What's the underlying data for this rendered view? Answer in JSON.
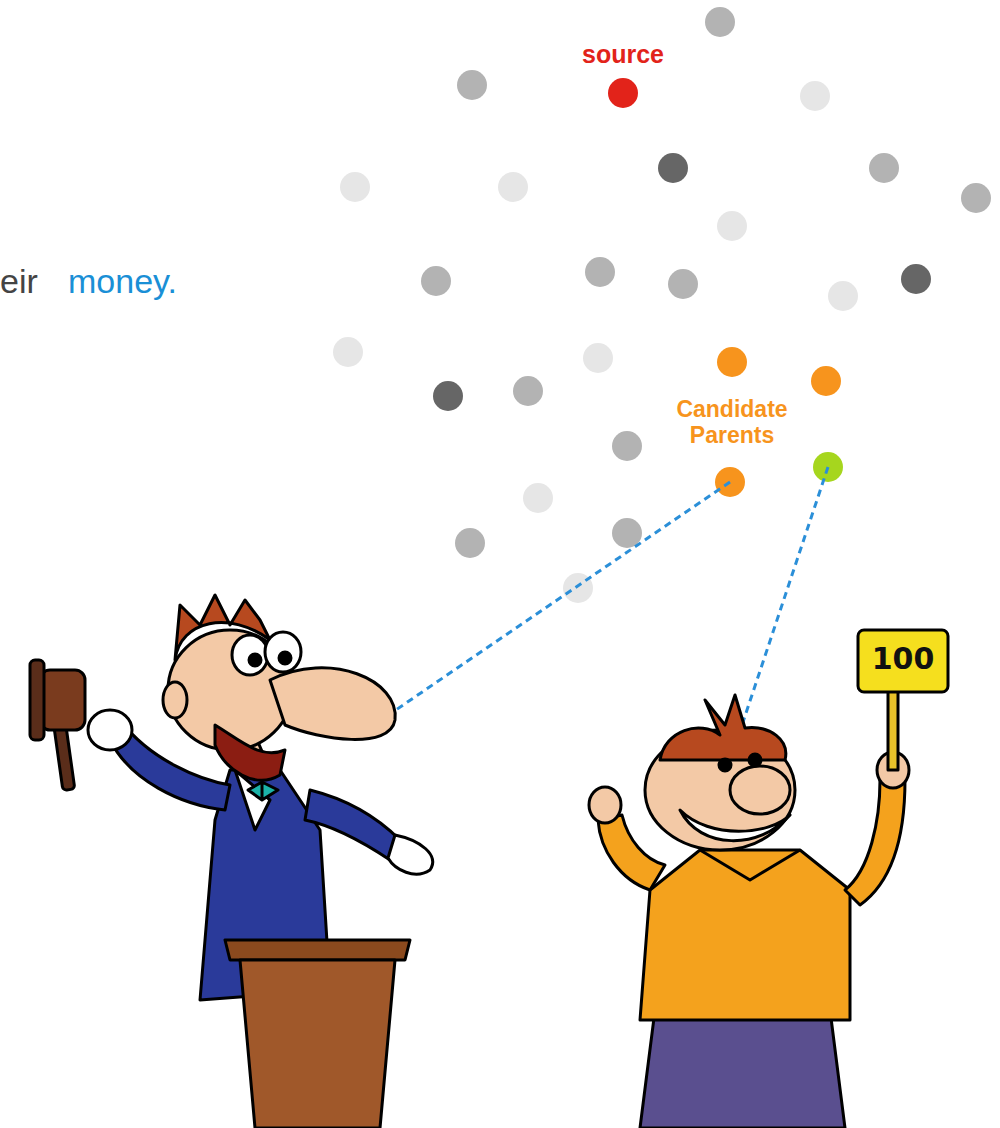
{
  "diagram": {
    "labels": [
      "eir",
      "money.",
      "source",
      "Candidate Parents",
      "100"
    ]
  }
}
